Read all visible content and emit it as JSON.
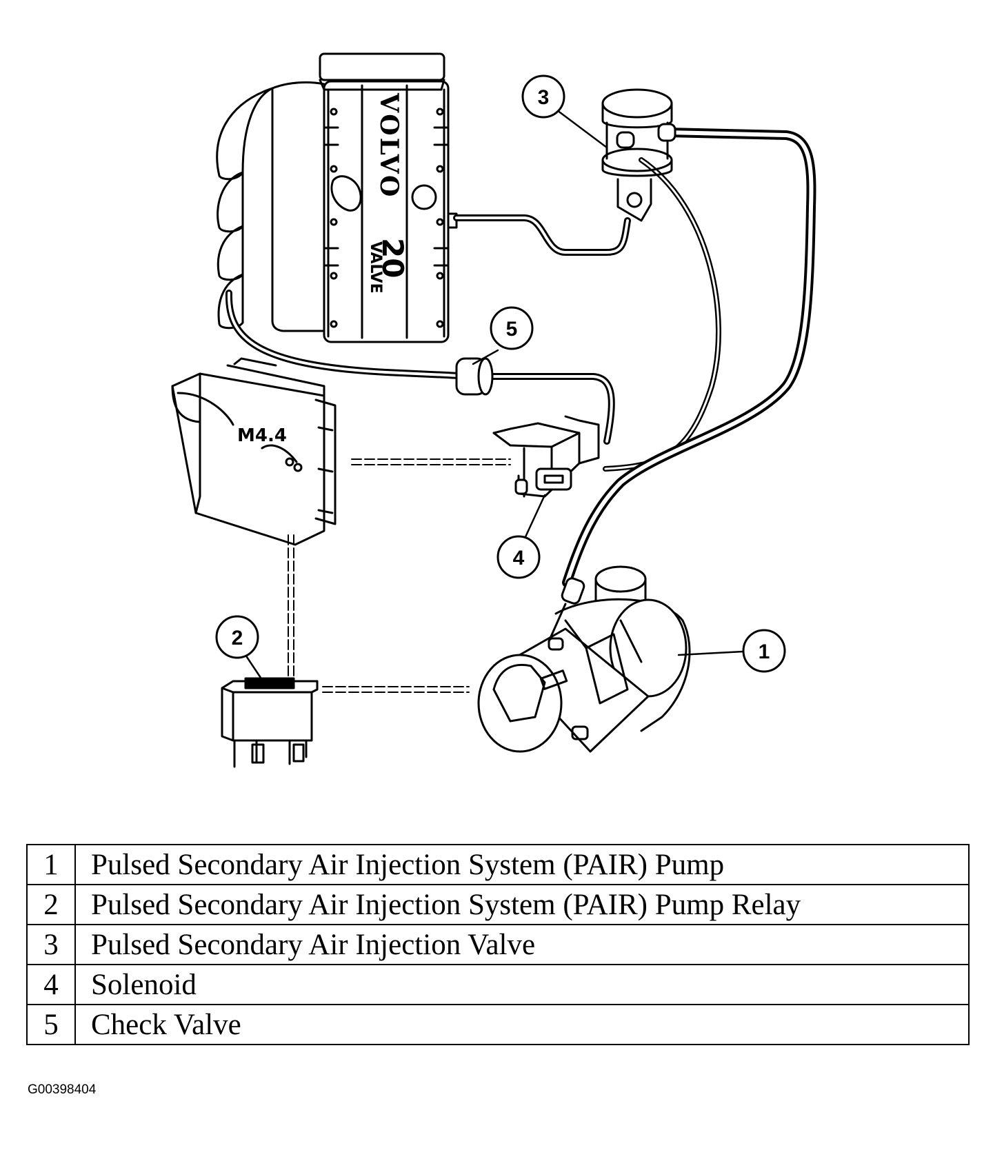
{
  "diagram": {
    "engine_labels": {
      "brand": "VOLVO",
      "model_top": "20",
      "model_bottom": "VALVE"
    },
    "ecu_label": "M4.4",
    "callouts": [
      "1",
      "2",
      "3",
      "4",
      "5"
    ]
  },
  "legend": {
    "rows": [
      {
        "num": "1",
        "desc": "Pulsed Secondary Air Injection System (PAIR) Pump"
      },
      {
        "num": "2",
        "desc": "Pulsed Secondary Air Injection System (PAIR) Pump Relay"
      },
      {
        "num": "3",
        "desc": "Pulsed Secondary Air Injection Valve"
      },
      {
        "num": "4",
        "desc": "Solenoid"
      },
      {
        "num": "5",
        "desc": "Check Valve"
      }
    ]
  },
  "figure_id": "G00398404"
}
